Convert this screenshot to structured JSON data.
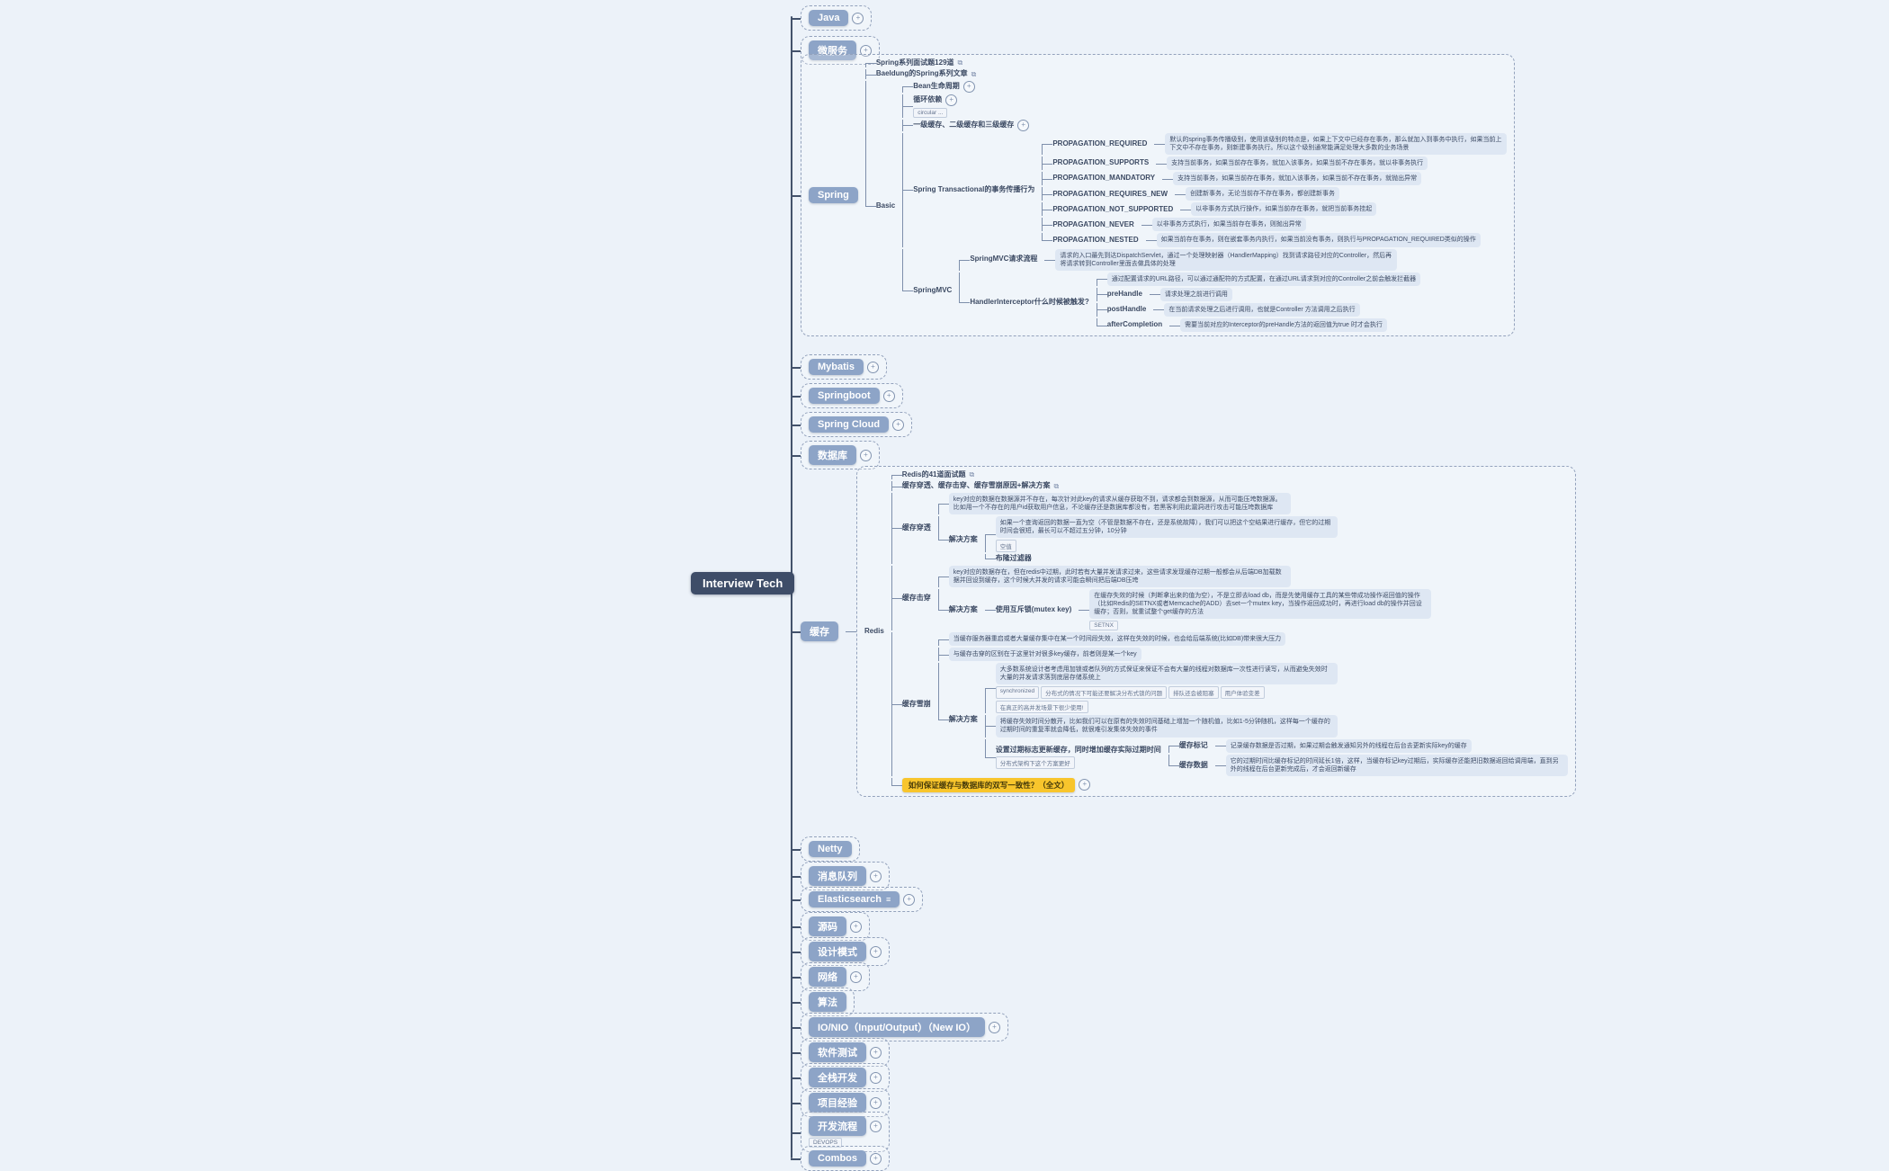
{
  "root": {
    "label": "Interview Tech"
  },
  "colors": {
    "background": "#ecf2f9",
    "trunk": "#43526b",
    "topic_fill": "#8da4c7",
    "central_fill": "#3e4d68",
    "note_fill": "#dee7f3",
    "highlight_fill": "#f8c52c",
    "boundary_dash": "#93a2bc"
  },
  "icon_names": [
    "collapse-badge-icon",
    "external-link-icon",
    "notes-icon"
  ],
  "topics": [
    {
      "label": "Java",
      "style": "topic",
      "boundary": true,
      "badge": true
    },
    {
      "label": "微服务",
      "style": "topic",
      "boundary": true,
      "badge": true
    },
    {
      "label": "Spring",
      "style": "topic",
      "boundary": true,
      "children": [
        {
          "label": "Spring系列面试题129道",
          "link": true
        },
        {
          "label": "Baeldung的Spring系列文章",
          "link": true
        },
        {
          "label": "Basic",
          "children": [
            {
              "label": "Bean生命周期",
              "badge": true
            },
            {
              "label": "循环依赖",
              "badge": true,
              "tags": [
                "circular ..."
              ]
            },
            {
              "label": "一级缓存、二级缓存和三级缓存",
              "badge": true
            },
            {
              "label": "Spring Transactional的事务传播行为",
              "children": [
                {
                  "label": "PROPAGATION_REQUIRED",
                  "children": [
                    {
                      "label": "默认的spring事务传播级别，使用该级别的特点是，如果上下文中已经存在事务，那么就加入到事务中执行，如果当前上下文中不存在事务，则新建事务执行。所以这个级别通常能满足处理大多数的业务场景",
                      "style": "desc"
                    }
                  ]
                },
                {
                  "label": "PROPAGATION_SUPPORTS",
                  "children": [
                    {
                      "label": "支持当前事务，如果当前存在事务，就加入该事务，如果当前不存在事务，就以非事务执行",
                      "style": "desc"
                    }
                  ]
                },
                {
                  "label": "PROPAGATION_MANDATORY",
                  "children": [
                    {
                      "label": "支持当前事务，如果当前存在事务，就加入该事务，如果当前不存在事务，就抛出异常",
                      "style": "desc"
                    }
                  ]
                },
                {
                  "label": "PROPAGATION_REQUIRES_NEW",
                  "children": [
                    {
                      "label": "创建新事务，无论当前存不存在事务，都创建新事务",
                      "style": "desc"
                    }
                  ]
                },
                {
                  "label": "PROPAGATION_NOT_SUPPORTED",
                  "children": [
                    {
                      "label": "以非事务方式执行操作，如果当前存在事务，就把当前事务挂起",
                      "style": "desc"
                    }
                  ]
                },
                {
                  "label": "PROPAGATION_NEVER",
                  "children": [
                    {
                      "label": "以非事务方式执行，如果当前存在事务，则抛出异常",
                      "style": "desc"
                    }
                  ]
                },
                {
                  "label": "PROPAGATION_NESTED",
                  "children": [
                    {
                      "label": "如果当前存在事务，则在嵌套事务内执行，如果当前没有事务，则执行与PROPAGATION_REQUIRED类似的操作",
                      "style": "desc"
                    }
                  ]
                }
              ]
            },
            {
              "label": "SpringMVC",
              "children": [
                {
                  "label": "SpringMVC请求流程",
                  "children": [
                    {
                      "label": "请求的入口最先到达DispatchServlet，通过一个处理映射器（HandlerMapping）找到请求路径对应的Controller，然后再将请求转到Controller里面去做具体的处理",
                      "style": "desc"
                    }
                  ]
                },
                {
                  "label": "HandlerInterceptor什么时候被触发?",
                  "children": [
                    {
                      "label": "通过配置请求的URL路径，可以通过通配符的方式配置，在通过URL请求到对应的Controller之前会触发拦截器",
                      "style": "desc"
                    },
                    {
                      "label": "preHandle",
                      "children": [
                        {
                          "label": "请求处理之前进行调用",
                          "style": "desc"
                        }
                      ]
                    },
                    {
                      "label": "postHandle",
                      "children": [
                        {
                          "label": "在当前请求处理之后进行调用，也就是Controller 方法调用之后执行",
                          "style": "desc"
                        }
                      ]
                    },
                    {
                      "label": "afterCompletion",
                      "children": [
                        {
                          "label": "需要当前对应的Interceptor的preHandle方法的返回值为true 时才会执行",
                          "style": "desc"
                        }
                      ]
                    }
                  ]
                }
              ]
            }
          ]
        }
      ]
    },
    {
      "label": "Mybatis",
      "style": "topic",
      "boundary": true,
      "badge": true
    },
    {
      "label": "Springboot",
      "style": "topic",
      "boundary": true,
      "badge": true
    },
    {
      "label": "Spring Cloud",
      "style": "topic",
      "boundary": true,
      "badge": true
    },
    {
      "label": "数据库",
      "style": "topic",
      "boundary": true,
      "badge": true
    },
    {
      "label": "缓存",
      "style": "topic",
      "children": [
        {
          "label": "Redis",
          "boundary": true,
          "children": [
            {
              "label": "Redis的41道面试题",
              "link": true
            },
            {
              "label": "缓存穿透、缓存击穿、缓存雪崩原因+解决方案",
              "link": true
            },
            {
              "label": "缓存穿透",
              "children": [
                {
                  "label": "key对应的数据在数据源并不存在，每次针对此key的请求从缓存获取不到，请求都会到数据源，从而可能压垮数据源。比如用一个不存在的用户id获取用户信息，不论缓存还是数据库都没有，若黑客利用此漏洞进行攻击可能压垮数据库",
                  "style": "desc"
                },
                {
                  "label": "解决方案",
                  "children": [
                    {
                      "label": "如果一个查询返回的数据一直为空（不管是数据不存在，还是系统故障），我们可以把这个空结果进行缓存，但它的过期时间会很短，最长可以不超过五分钟，10分钟",
                      "style": "desc",
                      "tags": [
                        "空值"
                      ]
                    },
                    {
                      "label": "布隆过滤器"
                    }
                  ]
                }
              ]
            },
            {
              "label": "缓存击穿",
              "children": [
                {
                  "label": "key对应的数据存在，但在redis中过期，此时若有大量并发请求过来，这些请求发现缓存过期一般都会从后端DB加载数据并回设到缓存，这个时候大并发的请求可能会瞬间把后端DB压垮",
                  "style": "desc"
                },
                {
                  "label": "解决方案",
                  "children": [
                    {
                      "label": "使用互斥锁(mutex key)",
                      "children": [
                        {
                          "label": "在缓存失效的时候（判断拿出来的值为空），不是立即去load db，而是先使用缓存工具的某些带成功操作返回值的操作（比如Redis的SETNX或者Memcache的ADD）去set一个mutex key，当操作返回成功时，再进行load db的操作并回设缓存；否则，就重试整个get缓存的方法",
                          "style": "desc",
                          "tags": [
                            "SETNX"
                          ]
                        }
                      ]
                    }
                  ]
                }
              ]
            },
            {
              "label": "缓存雪崩",
              "children": [
                {
                  "label": "当缓存服务器重启或者大量缓存集中在某一个时间段失效，这样在失效的时候，也会给后端系统(比如DB)带来很大压力",
                  "style": "desc"
                },
                {
                  "label": "与缓存击穿的区别在于这里针对很多key缓存，前者则是某一个key",
                  "style": "desc"
                },
                {
                  "label": "解决方案",
                  "children": [
                    {
                      "label": "大多数系统设计者考虑用加锁或者队列的方式保证来保证不会有大量的线程对数据库一次性进行读写，从而避免失效时大量的并发请求落到底层存储系统上",
                      "style": "desc",
                      "tags": [
                        "synchronized",
                        "分布式的情况下可能还要解决分布式锁的问题",
                        "排队还会被阻塞",
                        "用户体验变差",
                        "在真正的高并发场景下很少使用!"
                      ]
                    },
                    {
                      "label": "将缓存失效时间分散开，比如我们可以在原有的失效时间基础上增加一个随机值，比如1-5分钟随机，这样每一个缓存的过期时间的重复率就会降低，就很难引发集体失效的事件",
                      "style": "desc"
                    },
                    {
                      "label": "设置过期标志更新缓存，同时增加缓存实际过期时间",
                      "tags": [
                        "分布式架构下这个方案更好"
                      ],
                      "children": [
                        {
                          "label": "缓存标记",
                          "children": [
                            {
                              "label": "记录缓存数据是否过期，如果过期会触发通知另外的线程在后台去更新实际key的缓存",
                              "style": "desc"
                            }
                          ]
                        },
                        {
                          "label": "缓存数据",
                          "children": [
                            {
                              "label": "它的过期时间比缓存标记的时间延长1倍，这样，当缓存标记key过期后，实际缓存还能把旧数据返回给调用端，直到另外的线程在后台更新完成后，才会返回新缓存",
                              "style": "desc"
                            }
                          ]
                        }
                      ]
                    }
                  ]
                }
              ]
            },
            {
              "label": "如何保证缓存与数据库的双写一致性？（全文）",
              "style": "yellow",
              "badge": true
            }
          ]
        }
      ]
    },
    {
      "label": "Netty",
      "style": "topic",
      "boundary": true
    },
    {
      "label": "消息队列",
      "style": "topic",
      "boundary": true,
      "badge": true
    },
    {
      "label": "Elasticsearch",
      "style": "topic",
      "boundary": true,
      "icon": "notes",
      "badge": true
    },
    {
      "label": "源码",
      "style": "topic",
      "boundary": true,
      "badge": true
    },
    {
      "label": "设计模式",
      "style": "topic",
      "boundary": true,
      "badge": true
    },
    {
      "label": "网络",
      "style": "topic",
      "boundary": true,
      "badge": true
    },
    {
      "label": "算法",
      "style": "topic",
      "boundary": true
    },
    {
      "label": "IO/NIO（Input/Output）（New IO）",
      "style": "topic",
      "boundary": true,
      "badge": true
    },
    {
      "label": "软件测试",
      "style": "topic",
      "boundary": true,
      "badge": true
    },
    {
      "label": "全栈开发",
      "style": "topic",
      "boundary": true,
      "badge": true
    },
    {
      "label": "项目经验",
      "style": "topic",
      "boundary": true,
      "badge": true
    },
    {
      "label": "开发流程",
      "style": "topic",
      "boundary": true,
      "badge": true,
      "tags": [
        "DEVOPS"
      ]
    },
    {
      "label": "Combos",
      "style": "topic",
      "boundary": true,
      "badge": true
    }
  ]
}
